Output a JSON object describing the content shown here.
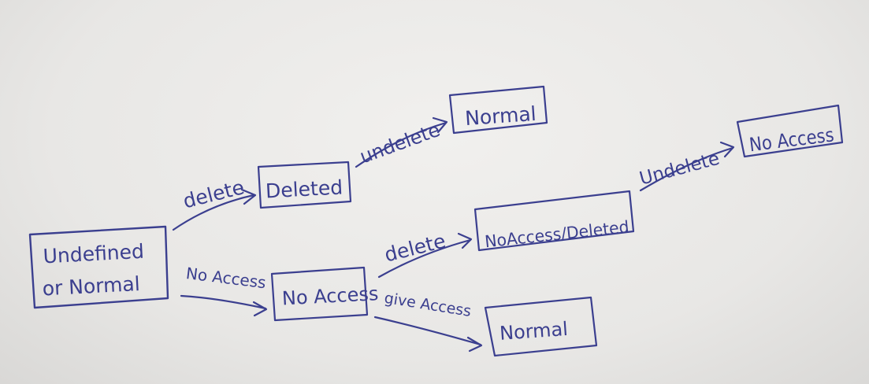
{
  "states": {
    "start_line1": "Undefined",
    "start_line2": "or Normal",
    "deleted": "Deleted",
    "normal_top": "Normal",
    "no_access": "No Access",
    "no_access_deleted": "NoAccess/Deleted",
    "no_access_final": "No Access",
    "normal_bottom": "Normal"
  },
  "transitions": {
    "delete_first": "delete",
    "undelete_first": "undelete",
    "no_access": "No Access",
    "delete_second": "delete",
    "undelete_second": "Undelete",
    "give_access": "give Access"
  },
  "colors": {
    "ink": "#3b3f8f",
    "paper": "#ebeae8"
  }
}
